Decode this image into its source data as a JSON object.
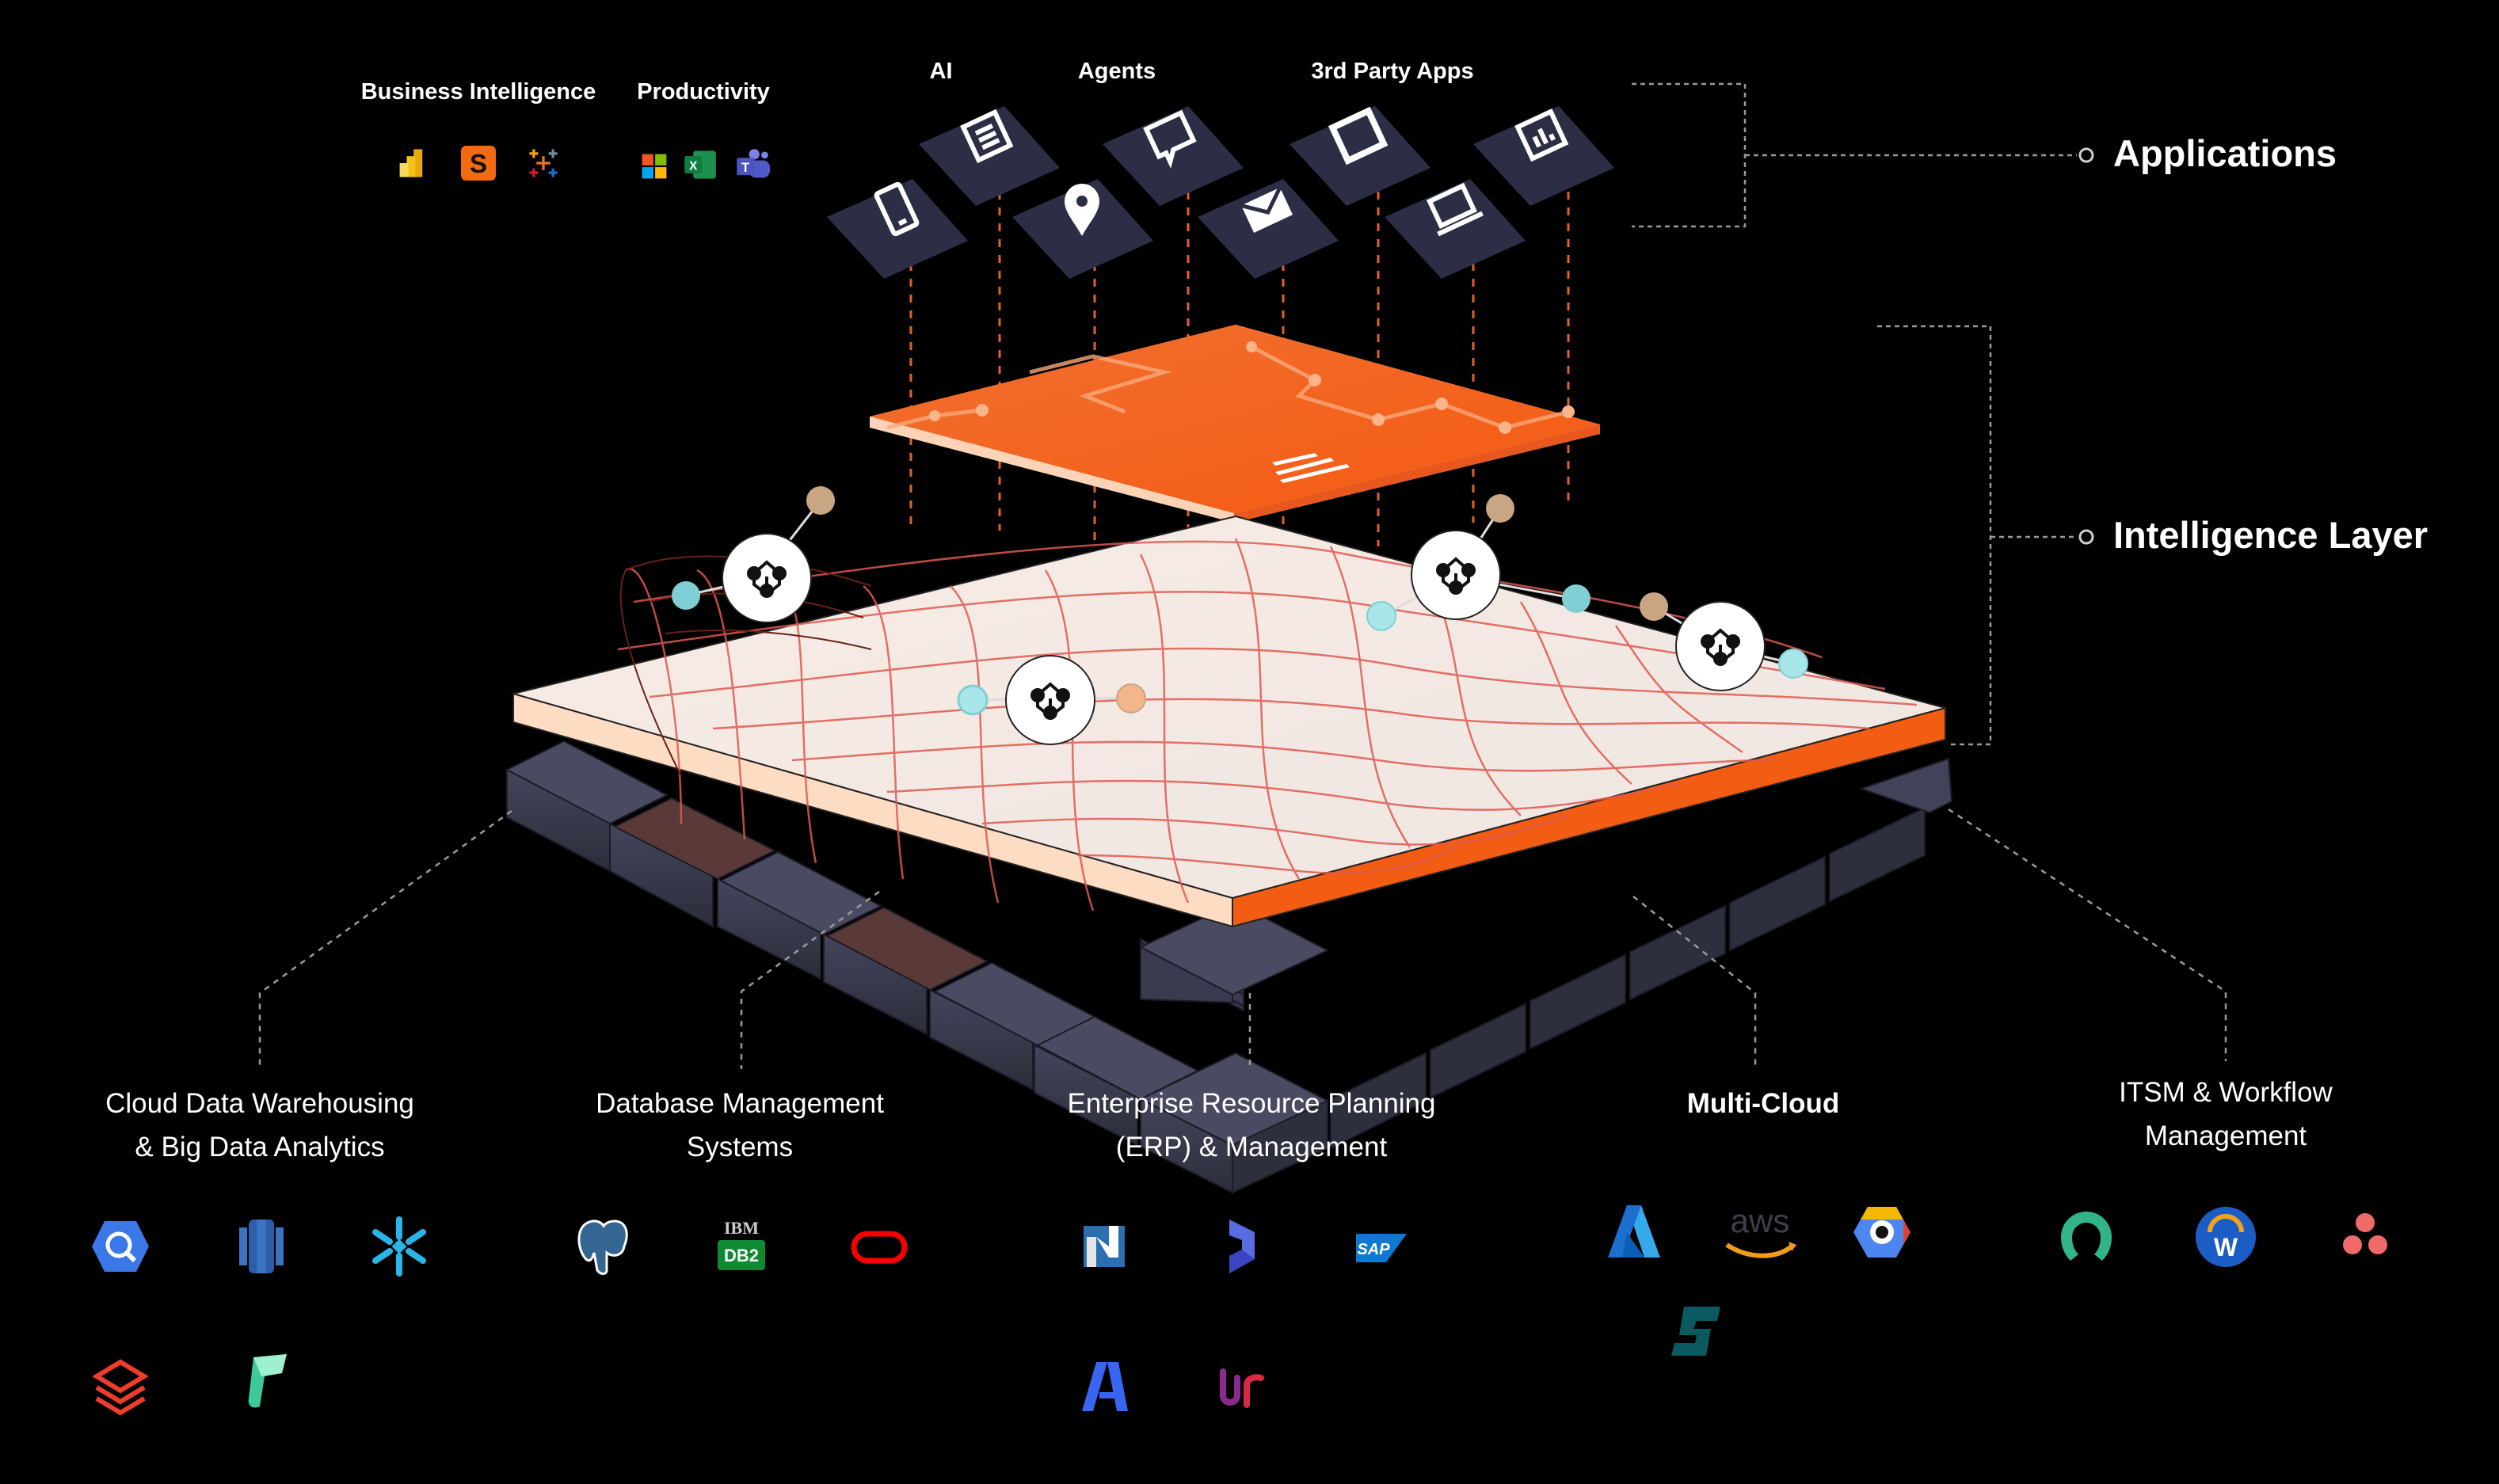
{
  "top_categories": {
    "business_intelligence": "Business Intelligence",
    "productivity": "Productivity",
    "ai": "AI",
    "agents": "Agents",
    "third_party_apps": "3rd Party Apps"
  },
  "top_logos": {
    "business_intelligence": [
      "power-bi",
      "sigma",
      "tableau"
    ],
    "productivity": [
      "microsoft",
      "excel",
      "teams"
    ]
  },
  "app_tiles": [
    "document-icon",
    "chat-icon",
    "window-icon",
    "report-icon",
    "mobile-icon",
    "location-pin-icon",
    "mail-icon",
    "laptop-icon"
  ],
  "layers": {
    "applications": "Applications",
    "intelligence": "Intelligence Layer"
  },
  "data_sources": [
    {
      "label_line1": "Cloud Data Warehousing",
      "label_line2": "& Big Data Analytics",
      "logos": [
        "bigquery",
        "redshift",
        "snowflake",
        "databricks",
        "fabric"
      ]
    },
    {
      "label_line1": "Database Management",
      "label_line2": "Systems",
      "logos": [
        "postgresql",
        "ibm-db2",
        "oracle"
      ]
    },
    {
      "label_line1": "Enterprise Resource Planning",
      "label_line2": "(ERP) & Management",
      "logos": [
        "netsuite",
        "dynamics-365",
        "sap",
        "acumatica",
        "unit4"
      ]
    },
    {
      "label_line1": "Multi-Cloud",
      "label_line2": "",
      "logos": [
        "azure",
        "aws",
        "google-cloud",
        "stackit"
      ]
    },
    {
      "label_line1": "ITSM & Workflow",
      "label_line2": "Management",
      "logos": [
        "freshservice",
        "workday",
        "asana"
      ]
    }
  ],
  "db2_logo_text": {
    "top": "IBM",
    "bottom": "DB2"
  },
  "sap_logo_text": "SAP",
  "aws_logo_text": "aws",
  "workday_logo_text": "W",
  "sigma_logo_text": "S",
  "excel_logo_text": "X",
  "teams_logo_text": "T",
  "colors": {
    "background": "#000000",
    "accent_orange": "#f25c13",
    "platform_top": "#f1e6e0",
    "platform_side_light": "#fddcc4",
    "tile_navy": "#2b2e45",
    "block_dark": "#3a3b4f",
    "grid_red": "#e05a50",
    "node_teal": "#7fd0d4",
    "node_tan": "#c8a583"
  }
}
